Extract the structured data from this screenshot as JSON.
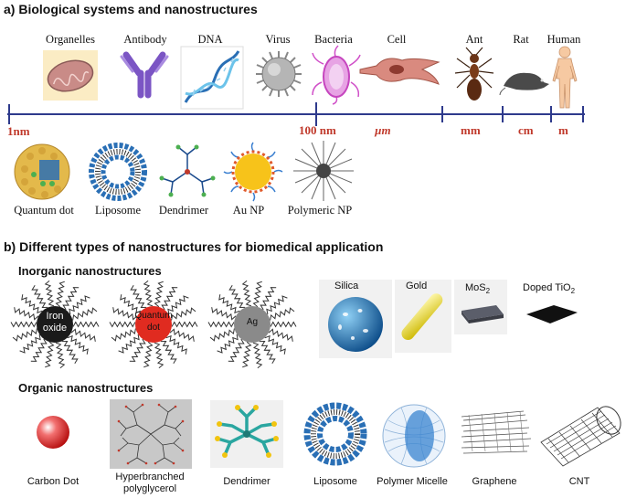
{
  "section_a": {
    "title": "a) Biological systems and nanostructures",
    "bio_labels": [
      "Organelles",
      "Antibody",
      "DNA",
      "Virus",
      "Bacteria",
      "Cell",
      "Ant",
      "Rat",
      "Human"
    ],
    "scale_labels": [
      "1nm",
      "100 nm",
      "µm",
      "mm",
      "cm",
      "m"
    ],
    "nano_labels": [
      "Quantum dot",
      "Liposome",
      "Dendrimer",
      "Au NP",
      "Polymeric  NP"
    ]
  },
  "section_b": {
    "title": "b) Different types of nanostructures for biomedical application",
    "inorganic_title": "Inorganic nanostructures",
    "core_labels": {
      "iron_line1": "Iron",
      "iron_line2": "oxide",
      "qd_line1": "Quantum",
      "qd_line2": "dot",
      "ag": "Ag"
    },
    "inorganic_labels": {
      "silica": "Silica",
      "gold": "Gold",
      "mos2_base": "MoS",
      "mos2_sub": "2",
      "tio2_base": "Doped TiO",
      "tio2_sub": "2"
    },
    "organic_title": "Organic nanostructures",
    "organic_labels": [
      "Carbon Dot",
      "Hyperbranched",
      "polyglycerol",
      "Dendrimer",
      "Liposome",
      "Polymer Micelle",
      "Graphene",
      "CNT"
    ]
  },
  "colors": {
    "scale_red": "#c0392b",
    "axis_blue": "#2e3a8c",
    "iron_core": "#1a1a1a",
    "qd_core": "#e02b20",
    "ag_core": "#8a8a8a",
    "gold": "#e6d21a"
  }
}
